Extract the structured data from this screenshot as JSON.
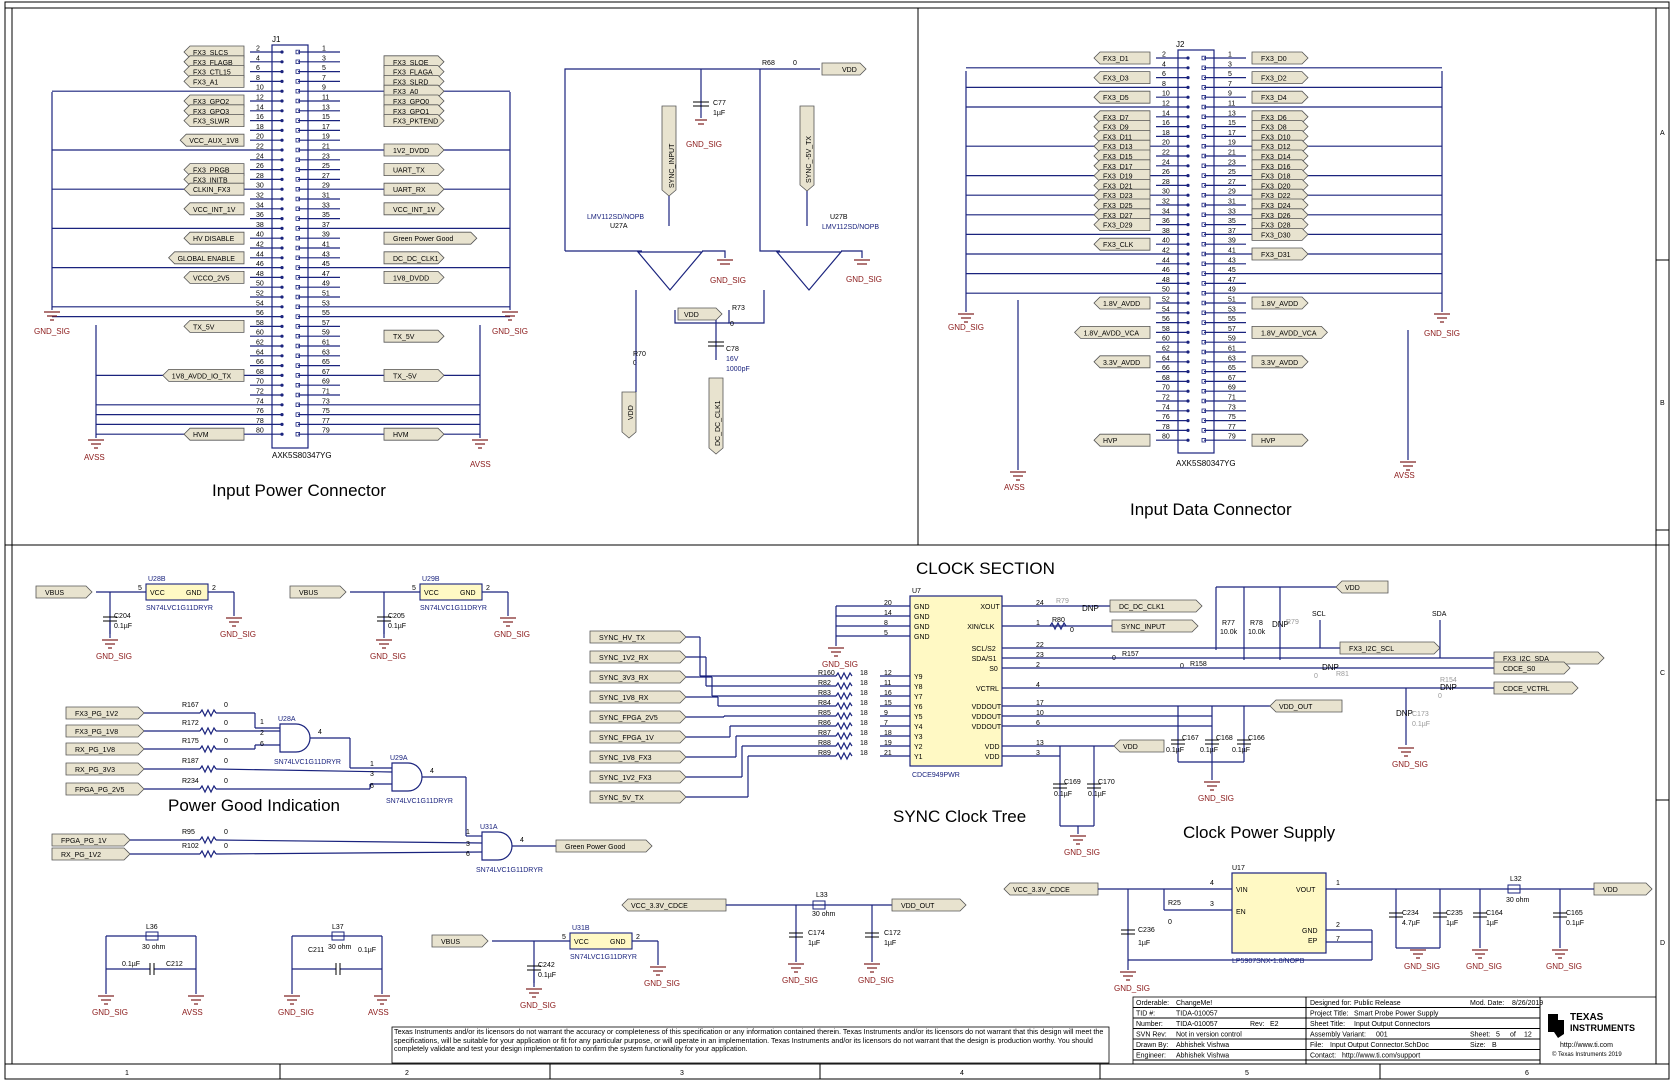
{
  "sheet": {
    "grid_cols": [
      "1",
      "2",
      "3",
      "4",
      "5",
      "6"
    ],
    "grid_rows": [
      "A",
      "B",
      "C",
      "D"
    ]
  },
  "sections": {
    "input_power": "Input Power Connector",
    "input_data": "Input Data Connector",
    "clock": "CLOCK SECTION",
    "sync_tree": "SYNC Clock Tree",
    "clock_power": "Clock Power Supply",
    "power_good": "Power Good Indication"
  },
  "j1": {
    "ref": "J1",
    "part": "AXK5S80347YG",
    "left_labels": [
      {
        "pin": "2",
        "net": "FX3_SLCS"
      },
      {
        "pin": "4",
        "net": "FX3_FLAGB"
      },
      {
        "pin": "6",
        "net": "FX3_CTL15"
      },
      {
        "pin": "8",
        "net": "FX3_A1"
      },
      {
        "pin": "12",
        "net": "FX3_GPO2"
      },
      {
        "pin": "14",
        "net": "FX3_GPO3"
      },
      {
        "pin": "16",
        "net": "FX3_SLWR"
      },
      {
        "pin": "20",
        "net": "VCC_AUX_1V8"
      },
      {
        "pin": "26",
        "net": "FX3_PRGB"
      },
      {
        "pin": "28",
        "net": "FX3_INITB"
      },
      {
        "pin": "30",
        "net": "CLKIN_FX3"
      },
      {
        "pin": "34",
        "net": "VCC_INT_1V"
      },
      {
        "pin": "40",
        "net": "HV DISABLE"
      },
      {
        "pin": "44",
        "net": "GLOBAL ENABLE"
      },
      {
        "pin": "48",
        "net": "VCCO_2V5"
      },
      {
        "pin": "58",
        "net": "TX_5V"
      },
      {
        "pin": "68",
        "net": "1V8_AVDD_IO_TX"
      },
      {
        "pin": "80",
        "net": "HVM"
      }
    ],
    "right_labels": [
      {
        "pin": "3",
        "net": "FX3_SLOE"
      },
      {
        "pin": "5",
        "net": "FX3_FLAGA"
      },
      {
        "pin": "7",
        "net": "FX3_SLRD"
      },
      {
        "pin": "9",
        "net": "FX3_A0"
      },
      {
        "pin": "11",
        "net": "FX3_GPO0"
      },
      {
        "pin": "13",
        "net": "FX3_GPO1"
      },
      {
        "pin": "15",
        "net": "FX3_PKTEND"
      },
      {
        "pin": "21",
        "net": "1V2_DVDD"
      },
      {
        "pin": "25",
        "net": "UART_TX"
      },
      {
        "pin": "29",
        "net": "UART_RX"
      },
      {
        "pin": "33",
        "net": "VCC_INT_1V"
      },
      {
        "pin": "39",
        "net": "Green Power Good"
      },
      {
        "pin": "43",
        "net": "DC_DC_CLK1"
      },
      {
        "pin": "47",
        "net": "1V8_DVDD"
      },
      {
        "pin": "59",
        "net": "TX_5V"
      },
      {
        "pin": "67",
        "net": "TX_-5V"
      },
      {
        "pin": "79",
        "net": "HVM"
      }
    ],
    "left_pins": [
      "2",
      "4",
      "6",
      "8",
      "10",
      "12",
      "14",
      "16",
      "18",
      "20",
      "22",
      "24",
      "26",
      "28",
      "30",
      "32",
      "34",
      "36",
      "38",
      "40",
      "42",
      "44",
      "46",
      "48",
      "50",
      "52",
      "54",
      "56",
      "58",
      "60",
      "62",
      "64",
      "66",
      "68",
      "70",
      "72",
      "74",
      "76",
      "78",
      "80"
    ],
    "right_pins": [
      "1",
      "3",
      "5",
      "7",
      "9",
      "11",
      "13",
      "15",
      "17",
      "19",
      "21",
      "23",
      "25",
      "27",
      "29",
      "31",
      "33",
      "35",
      "37",
      "39",
      "41",
      "43",
      "45",
      "47",
      "49",
      "51",
      "53",
      "55",
      "57",
      "59",
      "61",
      "63",
      "65",
      "67",
      "69",
      "71",
      "73",
      "75",
      "77",
      "79"
    ],
    "gnd_left": "GND_SIG",
    "gnd_right": "GND_SIG",
    "avss_left": "AVSS",
    "avss_right": "AVSS"
  },
  "j2": {
    "ref": "J2",
    "part": "AXK5S80347YG",
    "left_pins": [
      "2",
      "4",
      "6",
      "8",
      "10",
      "12",
      "14",
      "16",
      "18",
      "20",
      "22",
      "24",
      "26",
      "28",
      "30",
      "32",
      "34",
      "36",
      "38",
      "40",
      "42",
      "44",
      "46",
      "48",
      "50",
      "52",
      "54",
      "56",
      "58",
      "60",
      "62",
      "64",
      "66",
      "68",
      "70",
      "72",
      "74",
      "76",
      "78",
      "80"
    ],
    "right_pins": [
      "1",
      "3",
      "5",
      "7",
      "9",
      "11",
      "13",
      "15",
      "17",
      "19",
      "21",
      "23",
      "25",
      "27",
      "29",
      "31",
      "33",
      "35",
      "37",
      "39",
      "41",
      "43",
      "45",
      "47",
      "49",
      "51",
      "53",
      "55",
      "57",
      "59",
      "61",
      "63",
      "65",
      "67",
      "69",
      "71",
      "73",
      "75",
      "77",
      "79"
    ],
    "left_nets": [
      "FX3_D1",
      "FX3_D3",
      "FX3_D5",
      "FX3_D7",
      "FX3_D9",
      "FX3_D11",
      "FX3_D13",
      "FX3_D15",
      "FX3_D17",
      "FX3_D19",
      "FX3_D21",
      "FX3_D23",
      "FX3_D25",
      "FX3_D27",
      "FX3_D29",
      "FX3_CLK",
      "1.8V_AVDD",
      "1.8V_AVDD_VCA",
      "3.3V_AVDD",
      "HVP"
    ],
    "right_nets": [
      "FX3_D0",
      "FX3_D2",
      "FX3_D4",
      "FX3_D6",
      "FX3_D8",
      "FX3_D10",
      "FX3_D12",
      "FX3_D14",
      "FX3_D16",
      "FX3_D18",
      "FX3_D20",
      "FX3_D22",
      "FX3_D24",
      "FX3_D26",
      "FX3_D28",
      "FX3_D30",
      "FX3_D31",
      "1.8V_AVDD",
      "1.8V_AVDD_VCA",
      "3.3V_AVDD",
      "HVP"
    ],
    "gnd": "GND_SIG",
    "avss": "AVSS"
  },
  "comparator": {
    "u27a": {
      "ref": "U27A",
      "part": "LMV112SD/NOPB"
    },
    "u27b": {
      "ref": "U27B",
      "part": "LMV112SD/NOPB"
    },
    "c77": {
      "ref": "C77",
      "value": "1µF"
    },
    "c78": {
      "ref": "C78",
      "value1": "16V",
      "value2": "1000pF"
    },
    "r68": {
      "ref": "R68",
      "value": "0"
    },
    "r70": {
      "ref": "R70",
      "value": "0"
    },
    "r73": {
      "ref": "R73",
      "value": "0"
    },
    "nets": {
      "vdd": "VDD",
      "sync_input": "SYNC_INPUT",
      "sync_5v": "SYNC_-5V_TX",
      "dc_clk": "DC_DC_CLK1",
      "gnd": "GND_SIG"
    }
  },
  "buffers": {
    "u28b": {
      "ref": "U28B",
      "part": "SN74LVC1G11DRYR",
      "vcc": "VCC",
      "gnd": "GND",
      "cap": "C204",
      "cap_val": "0.1µF",
      "net": "VBUS"
    },
    "u29b": {
      "ref": "U29B",
      "part": "SN74LVC1G11DRYR",
      "vcc": "VCC",
      "gnd": "GND",
      "cap": "C205",
      "cap_val": "0.1µF",
      "net": "VBUS"
    },
    "u31b": {
      "ref": "U31B",
      "part": "SN74LVC1G11DRYR",
      "vcc": "VCC",
      "gnd": "GND",
      "cap": "C242",
      "cap_val": "0.1µF",
      "net": "VBUS"
    }
  },
  "power_good": {
    "inputs": [
      {
        "net": "FX3_PG_1V2",
        "res": "R167",
        "val": "0"
      },
      {
        "net": "FX3_PG_1V8",
        "res": "R172",
        "val": "0"
      },
      {
        "net": "RX_PG_1V8",
        "res": "R175",
        "val": "0"
      },
      {
        "net": "RX_PG_3V3",
        "res": "R187",
        "val": "0"
      },
      {
        "net": "FPGA_PG_2V5",
        "res": "R234",
        "val": "0"
      },
      {
        "net": "FPGA_PG_1V",
        "res": "R95",
        "val": "0"
      },
      {
        "net": "RX_PG_1V2",
        "res": "R102",
        "val": "0"
      }
    ],
    "u28a": {
      "ref": "U28A",
      "part": "SN74LVC1G11DRYR"
    },
    "u29a": {
      "ref": "U29A",
      "part": "SN74LVC1G11DRYR"
    },
    "u31a": {
      "ref": "U31A",
      "part": "SN74LVC1G11DRYR"
    },
    "output": "Green Power Good"
  },
  "clock": {
    "u7": {
      "ref": "U7",
      "part": "CDCE949PWR"
    },
    "u7_left_pins": [
      {
        "pin": "20",
        "name": "GND"
      },
      {
        "pin": "14",
        "name": "GND"
      },
      {
        "pin": "8",
        "name": "GND"
      },
      {
        "pin": "5",
        "name": "GND"
      },
      {
        "pin": "12",
        "name": "Y9"
      },
      {
        "pin": "11",
        "name": "Y8"
      },
      {
        "pin": "16",
        "name": "Y7"
      },
      {
        "pin": "15",
        "name": "Y6"
      },
      {
        "pin": "9",
        "name": "Y5"
      },
      {
        "pin": "7",
        "name": "Y4"
      },
      {
        "pin": "18",
        "name": "Y3"
      },
      {
        "pin": "19",
        "name": "Y2"
      },
      {
        "pin": "21",
        "name": "Y1"
      }
    ],
    "u7_right_pins": [
      {
        "pin": "24",
        "name": "XOUT"
      },
      {
        "pin": "1",
        "name": "XIN/CLK"
      },
      {
        "pin": "22",
        "name": "SCL/S2"
      },
      {
        "pin": "23",
        "name": "SDA/S1"
      },
      {
        "pin": "2",
        "name": "S0"
      },
      {
        "pin": "4",
        "name": "VCTRL"
      },
      {
        "pin": "17",
        "name": "VDDOUT"
      },
      {
        "pin": "10",
        "name": "VDDOUT"
      },
      {
        "pin": "6",
        "name": "VDDOUT"
      },
      {
        "pin": "13",
        "name": "VDD"
      },
      {
        "pin": "3",
        "name": "VDD"
      }
    ],
    "sync_nets": [
      "SYNC_HV_TX",
      "SYNC_1V2_RX",
      "SYNC_3V3_RX",
      "SYNC_1V8_RX",
      "SYNC_FPGA_2V5",
      "SYNC_FPGA_1V",
      "SYNC_1V8_FX3",
      "SYNC_1V2_FX3",
      "SYNC_5V_TX"
    ],
    "sync_res": [
      {
        "ref": "R160",
        "val": "18"
      },
      {
        "ref": "R82",
        "val": "18"
      },
      {
        "ref": "R83",
        "val": "18"
      },
      {
        "ref": "R84",
        "val": "18"
      },
      {
        "ref": "R85",
        "val": "18"
      },
      {
        "ref": "R86",
        "val": "18"
      },
      {
        "ref": "R87",
        "val": "18"
      },
      {
        "ref": "R88",
        "val": "18"
      },
      {
        "ref": "R89",
        "val": "18"
      }
    ],
    "r79": {
      "ref": "R79",
      "val": "DNP"
    },
    "r80": {
      "ref": "R80",
      "val": "0"
    },
    "r77": {
      "ref": "R77",
      "val": "10.0k"
    },
    "r78": {
      "ref": "R78",
      "val": "10.0k"
    },
    "r157": {
      "ref": "R157",
      "val": "0"
    },
    "r158": {
      "ref": "R158",
      "val": "0"
    },
    "r81": {
      "ref": "R81",
      "val": "DNP"
    },
    "r154": {
      "ref": "R154",
      "val": "DNP"
    },
    "c173": {
      "ref": "C173",
      "val": "0.1µF",
      "dnp": "DNP"
    },
    "r79b": {
      "ref": "R79",
      "val": "DNP"
    },
    "nets": {
      "dc_clk": "DC_DC_CLK1",
      "sync_input": "SYNC_INPUT",
      "vdd": "VDD",
      "scl_net": "FX3_I2C_SCL",
      "sda_net": "FX3_I2C_SDA",
      "s0": "CDCE_S0",
      "vctrl": "CDCE_VCTRL",
      "vdd_out": "VDD_OUT",
      "scl": "SCL",
      "sda": "SDA",
      "zero": "0"
    },
    "caps_out": [
      {
        "ref": "C167",
        "val": "0.1µF"
      },
      {
        "ref": "C168",
        "val": "0.1µF"
      },
      {
        "ref": "C166",
        "val": "0.1µF"
      }
    ],
    "caps_vdd": [
      {
        "ref": "C169",
        "val": "0.1µF"
      },
      {
        "ref": "C170",
        "val": "0.1µF"
      }
    ]
  },
  "filters": {
    "l36": {
      "ref": "L36",
      "val": "30 ohm",
      "cap": "C212",
      "cap_val": "0.1µF"
    },
    "l37": {
      "ref": "L37",
      "val": "30 ohm",
      "cap": "C211",
      "cap_val": "0.1µF"
    },
    "l33": {
      "ref": "L33",
      "val": "30 ohm",
      "in": "VCC_3.3V_CDCE",
      "out": "VDD_OUT",
      "c174": "C174",
      "c174v": "1µF",
      "c172": "C172",
      "c172v": "1µF"
    },
    "gnd_sig": "GND_SIG",
    "avss": "AVSS"
  },
  "ldo": {
    "u17": {
      "ref": "U17",
      "part": "LP5907SNX-1.8/NOPB",
      "vin": "VIN",
      "en": "EN",
      "vout": "VOUT",
      "gnd": "GND",
      "ep": "EP"
    },
    "in_net": "VCC_3.3V_CDCE",
    "r25": {
      "ref": "R25",
      "val": "0"
    },
    "c236": {
      "ref": "C236",
      "val": "1µF"
    },
    "c234": {
      "ref": "C234",
      "val": "4.7µF"
    },
    "c235": {
      "ref": "C235",
      "val": "1µF"
    },
    "c164": {
      "ref": "C164",
      "val": "1µF"
    },
    "c165": {
      "ref": "C165",
      "val": "0.1µF"
    },
    "l32": {
      "ref": "L32",
      "val": "30 ohm"
    },
    "out_net": "VDD"
  },
  "title_block": {
    "orderable_l": "Orderable:",
    "orderable_v": "ChangeMe!",
    "tid_l": "TID #:",
    "tid_v": "TIDA-010057",
    "number_l": "Number:",
    "number_v": "TIDA-010057",
    "rev_l": "Rev:",
    "rev_v": "E2",
    "svn_l": "SVN Rev:",
    "svn_v": "Not in version control",
    "drawn_l": "Drawn By:",
    "drawn_v": "Abhishek Vishwa",
    "eng_l": "Engineer:",
    "eng_v": "Abhishek Vishwa",
    "designed_l": "Designed for:",
    "designed_v": "Public Release",
    "mod_l": "Mod. Date:",
    "mod_v": "8/26/2019",
    "proj_l": "Project Title:",
    "proj_v": "Smart Probe Power Supply",
    "sheet_title_l": "Sheet Title:",
    "sheet_title_v": "Input Output Connectors",
    "asm_l": "Assembly Variant:",
    "asm_v": "001",
    "sheet_l": "Sheet:",
    "sheet_v": "5",
    "of_l": "of",
    "of_v": "12",
    "file_l": "File:",
    "file_v": "Input Output Connector.SchDoc",
    "size_l": "Size:",
    "size_v": "B",
    "contact_l": "Contact:",
    "contact_v": "http://www.ti.com/support",
    "ti_url": "http://www.ti.com",
    "copyright": "© Texas Instruments  2019",
    "ti_logo_1": "TEXAS",
    "ti_logo_2": "INSTRUMENTS",
    "disclaimer": "Texas Instruments and/or its licensors do not warrant the accuracy or completeness of this specification or any information contained therein. Texas Instruments and/or its licensors do not warrant that this design will meet the specifications, will be suitable for your application or fit for any particular purpose, or will operate in an implementation. Texas Instruments and/or its licensors do not warrant that the design is production worthy. You should completely validate and test your design implementation to confirm the system functionality for your application."
  }
}
